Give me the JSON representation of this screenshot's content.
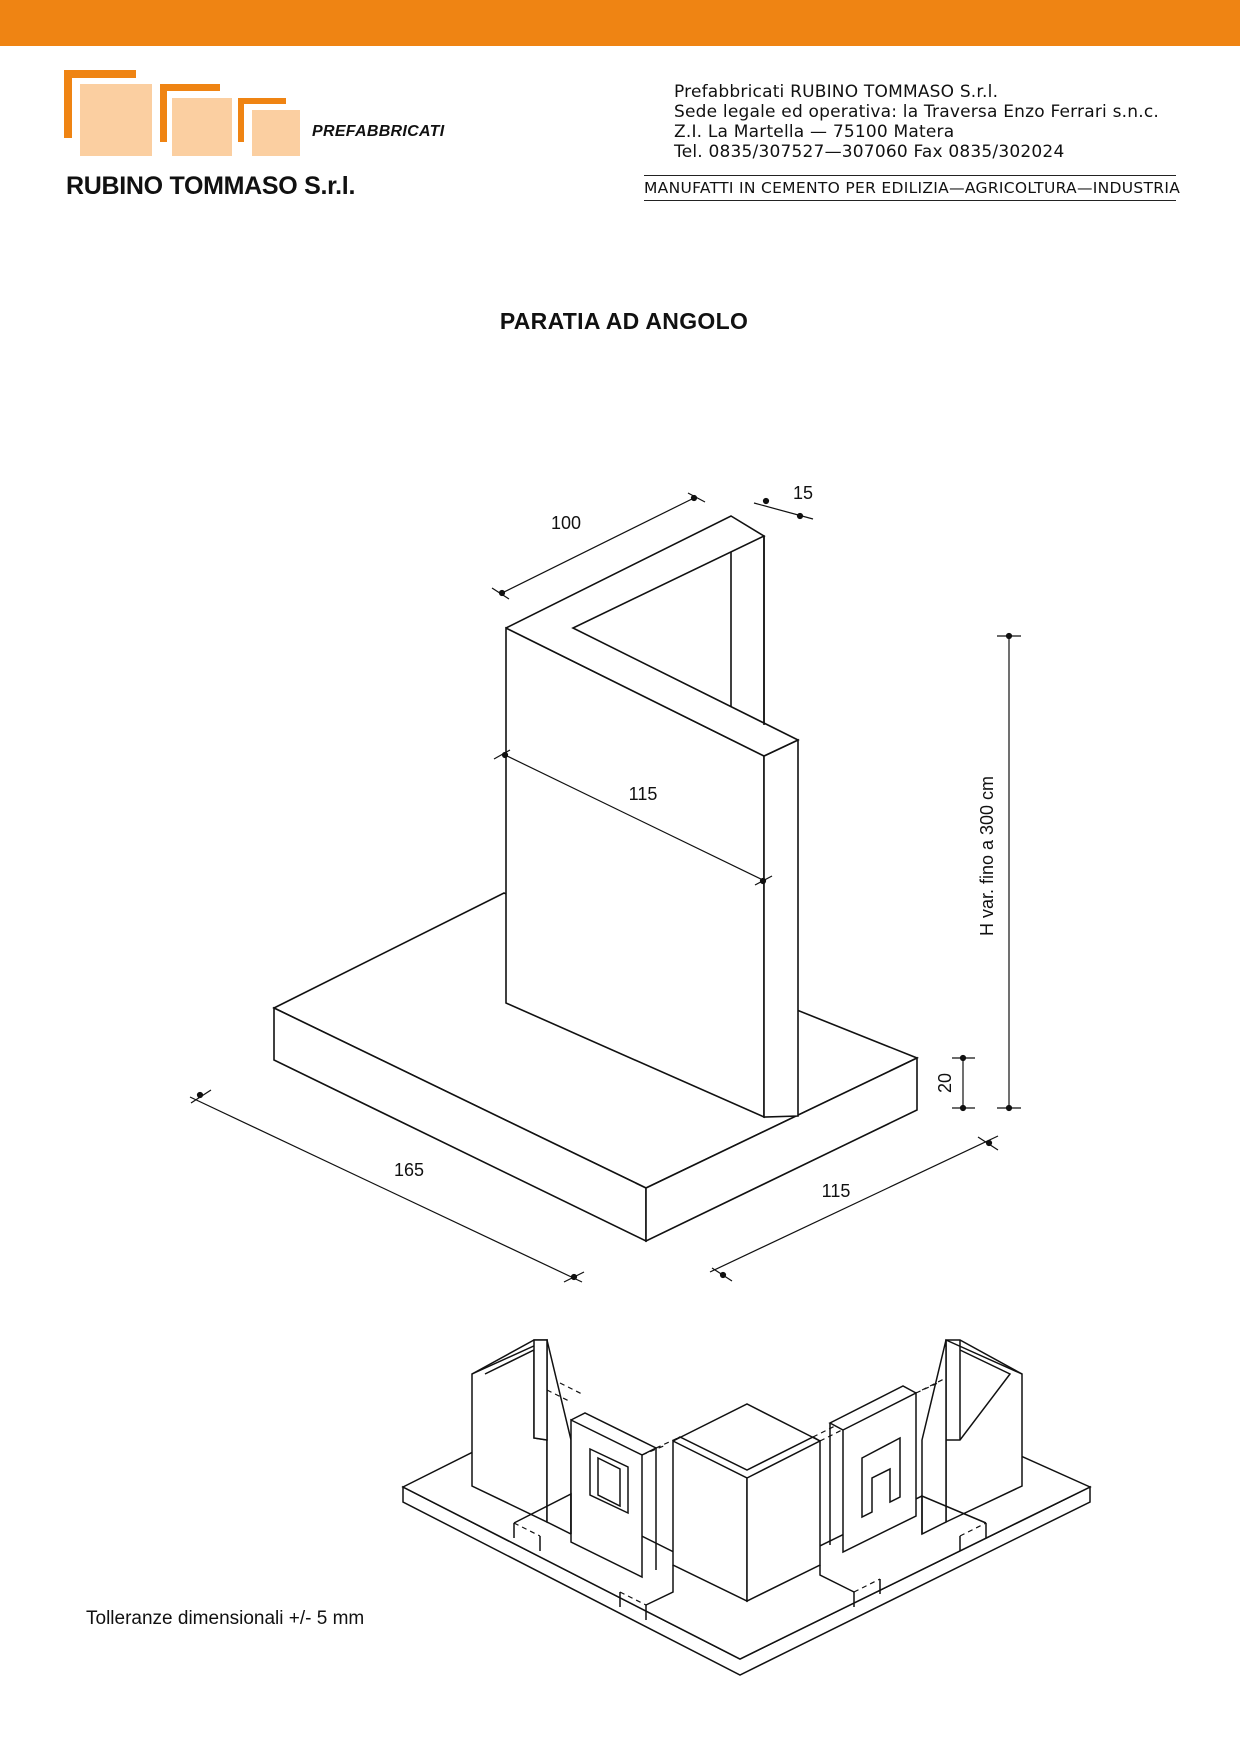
{
  "header": {
    "brand_color": "#ef8413",
    "logo_light_color": "#fbcfa1",
    "logo_tagline": "PREFABBRICATI",
    "company_name": "RUBINO TOMMASO S.r.l.",
    "contact_lines": [
      "Prefabbricati RUBINO TOMMASO S.r.l.",
      "Sede legale ed operativa: la Traversa Enzo Ferrari s.n.c.",
      "Z.I. La Martella — 75100 Matera",
      "Tel. 0835/307527—307060   Fax 0835/302024"
    ],
    "tagline": "MANUFATTI IN CEMENTO PER EDILIZIA—AGRICOLTURA—INDUSTRIA"
  },
  "title": "PARATIA AD ANGOLO",
  "dimensions": {
    "wall_width_top": "100",
    "wall_thickness": "15",
    "wall_face_width": "115",
    "height": "H var. fino a 300 cm",
    "base_thickness": "20",
    "base_length": "165",
    "base_width": "115"
  },
  "footer": {
    "tolerance": "Tolleranze dimensionali +/- 5 mm"
  }
}
